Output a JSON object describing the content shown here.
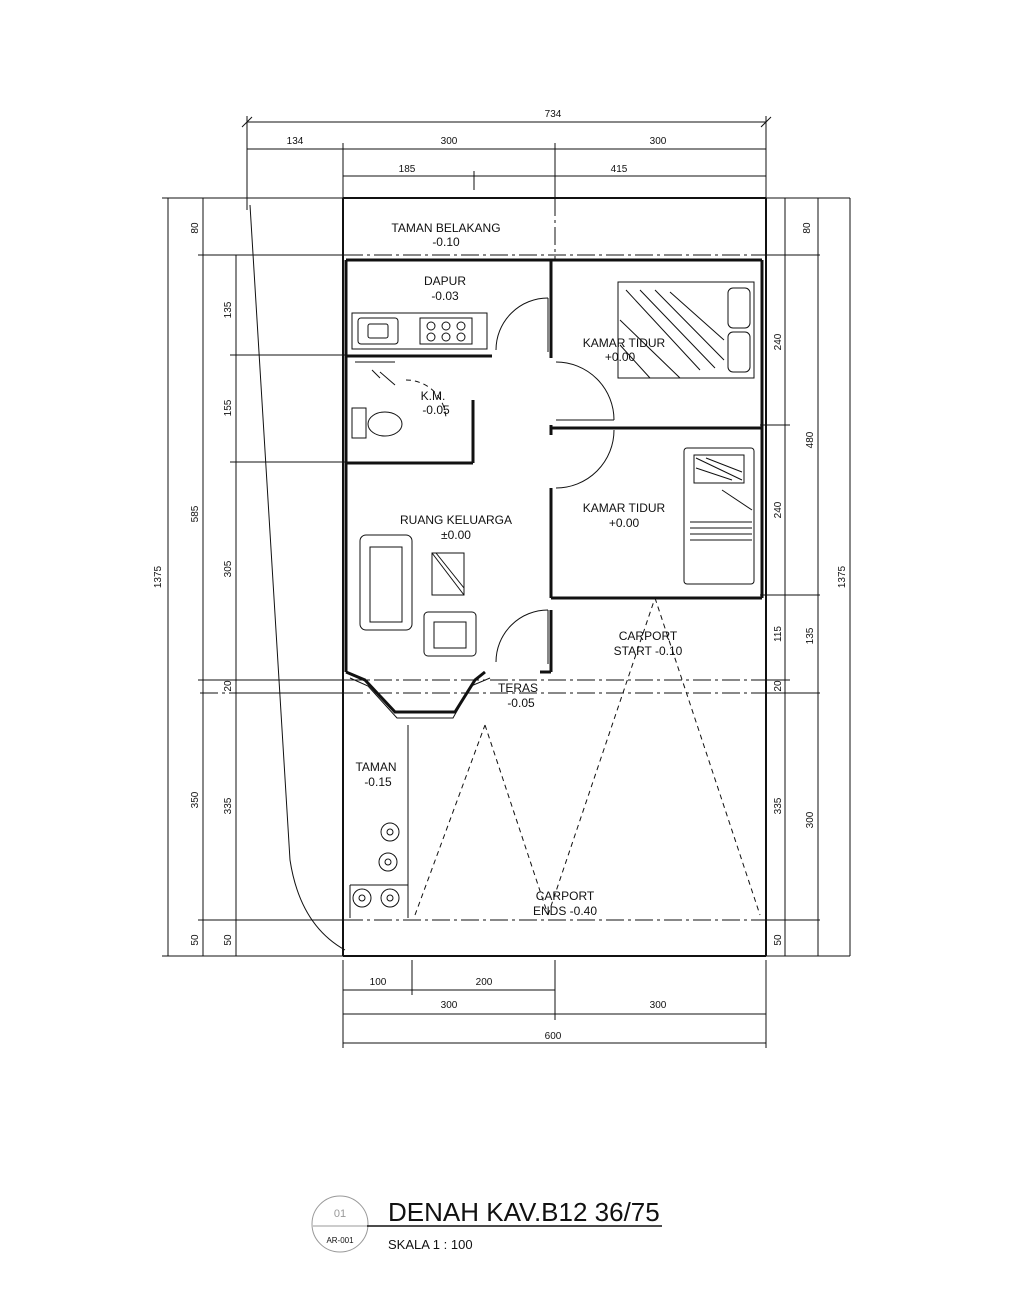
{
  "dimensions": {
    "top_total": "734",
    "top_row2": [
      "134",
      "300",
      "300"
    ],
    "top_row3": [
      "185",
      "415"
    ],
    "left_outer": "1375",
    "left_mid": [
      "80",
      "585",
      "350",
      "50"
    ],
    "left_inner": [
      "135",
      "155",
      "305",
      "20",
      "335",
      "50"
    ],
    "right_inner": [
      "80",
      "240",
      "240",
      "115",
      "20",
      "335",
      "50"
    ],
    "right_mid": [
      "480",
      "135",
      "300"
    ],
    "right_outer": "1375",
    "bottom_row1": [
      "100",
      "200"
    ],
    "bottom_row2": [
      "300",
      "300"
    ],
    "bottom_total": "600"
  },
  "rooms": {
    "taman_belakang": {
      "name": "TAMAN  BELAKANG",
      "level": "-0.10"
    },
    "dapur": {
      "name": "DAPUR",
      "level": "-0.03"
    },
    "km": {
      "name": "K.M.",
      "level": "-0.05"
    },
    "kamar_tidur_1": {
      "name": "KAMAR TIDUR",
      "level": "+0.00"
    },
    "kamar_tidur_2": {
      "name": "KAMAR  TIDUR",
      "level": "+0.00"
    },
    "ruang_keluarga": {
      "name": "RUANG  KELUARGA",
      "level": "±0.00"
    },
    "carport_start": {
      "name": "CARPORT",
      "level": "START  -0.10"
    },
    "teras": {
      "name": "TERAS",
      "level": "-0.05"
    },
    "taman": {
      "name": "TAMAN",
      "level": "-0.15"
    },
    "carport_end": {
      "name": "CARPORT",
      "level": "ENDS  -0.40"
    }
  },
  "title_block": {
    "number": "01",
    "sheet": "AR-001",
    "title": "DENAH KAV.B12 36/75",
    "scale": "SKALA 1 :  100"
  }
}
